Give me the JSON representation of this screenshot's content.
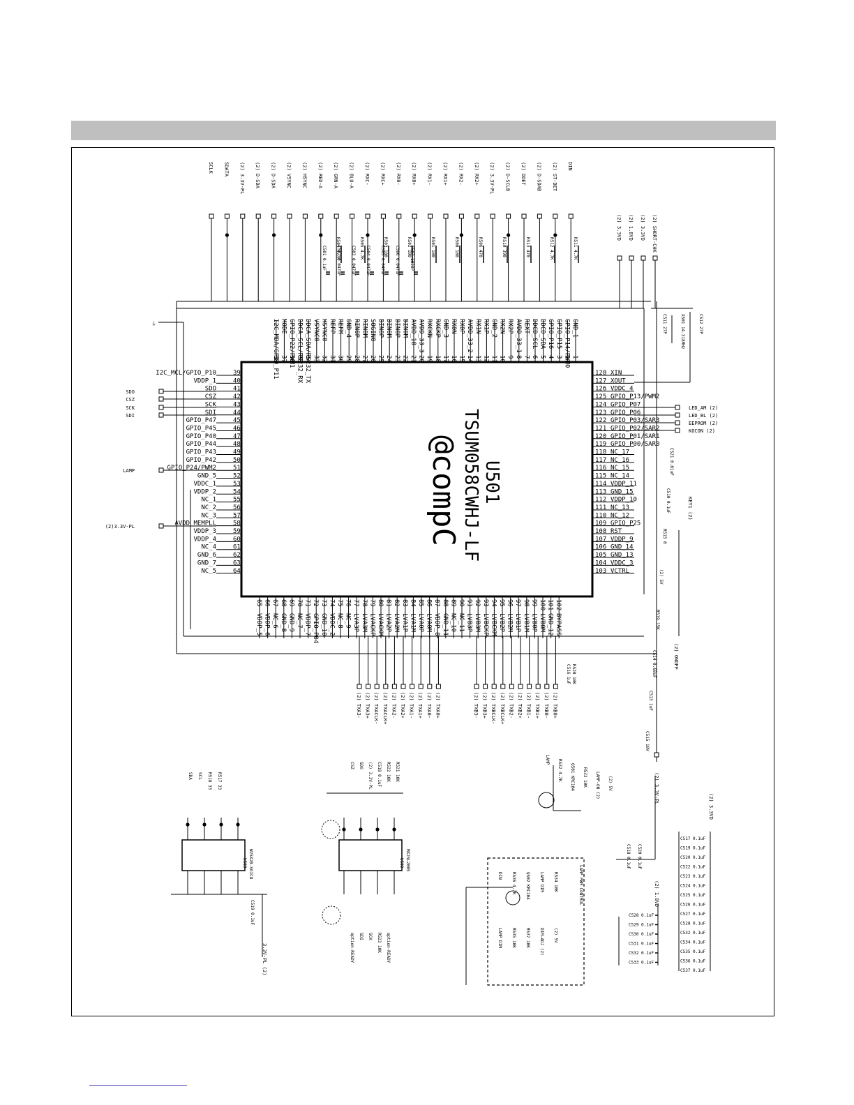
{
  "chip": {
    "ref": "U501",
    "part": "TSUM058CWHJ-LF",
    "package_mark": "@compC"
  },
  "pins": {
    "left": [
      [
        "39",
        "I2C_MCL/GPIO_P10"
      ],
      [
        "40",
        "VDDP_1"
      ],
      [
        "41",
        "SDO"
      ],
      [
        "42",
        "CSZ"
      ],
      [
        "43",
        "SCK"
      ],
      [
        "44",
        "SDI"
      ],
      [
        "45",
        "GPIO_P47"
      ],
      [
        "46",
        "GPIO_P45"
      ],
      [
        "47",
        "GPIO_P40"
      ],
      [
        "48",
        "GPIO_P44"
      ],
      [
        "49",
        "GPIO_P43"
      ],
      [
        "50",
        "GPIO_P42"
      ],
      [
        "51",
        "GPIO_P24/PWM2"
      ],
      [
        "52",
        "GND_5"
      ],
      [
        "53",
        "VDDC_1"
      ],
      [
        "54",
        "VDDP_2"
      ],
      [
        "55",
        "NC_1"
      ],
      [
        "56",
        "NC_2"
      ],
      [
        "57",
        "NC_3"
      ],
      [
        "58",
        "AVDD_MEMPLL"
      ],
      [
        "59",
        "VDDP_3"
      ],
      [
        "60",
        "VDDP_4"
      ],
      [
        "61",
        "NC_4"
      ],
      [
        "62",
        "GND_6"
      ],
      [
        "63",
        "GND_7"
      ],
      [
        "64",
        "NC_5"
      ]
    ],
    "right": [
      [
        "128",
        "XIN"
      ],
      [
        "127",
        "XOUT"
      ],
      [
        "126",
        "VDDC_4"
      ],
      [
        "125",
        "GPIO_P13/PWM2"
      ],
      [
        "124",
        "GPIO_P07"
      ],
      [
        "123",
        "GPIO_P06"
      ],
      [
        "122",
        "GPIO_P03/SAR3"
      ],
      [
        "121",
        "GPIO_P02/SAR2"
      ],
      [
        "120",
        "GPIO_P01/SAR1"
      ],
      [
        "119",
        "GPIO_P00/SAR0"
      ],
      [
        "118",
        "NC_17"
      ],
      [
        "117",
        "NC_16"
      ],
      [
        "116",
        "NC_15"
      ],
      [
        "115",
        "NC_14"
      ],
      [
        "114",
        "VDDP_11"
      ],
      [
        "113",
        "GND_15"
      ],
      [
        "112",
        "VDDP_10"
      ],
      [
        "111",
        "NC_13"
      ],
      [
        "110",
        "NC_12"
      ],
      [
        "109",
        "GPIO_P25"
      ],
      [
        "108",
        "RST"
      ],
      [
        "107",
        "VDDP_9"
      ],
      [
        "106",
        "GND_14"
      ],
      [
        "105",
        "GND_13"
      ],
      [
        "104",
        "VDDC_3"
      ],
      [
        "103",
        "VCTRL"
      ]
    ],
    "top": [
      [
        "1",
        "GND_1"
      ],
      [
        "2",
        "GPIO_P14/PWM0"
      ],
      [
        "3",
        "GPIO_P15"
      ],
      [
        "4",
        "GPIO_P16"
      ],
      [
        "5",
        "DDCD_SDA"
      ],
      [
        "6",
        "DDCD_SCL"
      ],
      [
        "7",
        "REXT"
      ],
      [
        "8",
        "AVDD_33_1"
      ],
      [
        "9",
        "RX2P"
      ],
      [
        "10",
        "RX2N"
      ],
      [
        "11",
        "GND_2"
      ],
      [
        "12",
        "RX1P"
      ],
      [
        "13",
        "RX1N"
      ],
      [
        "14",
        "AVDD_33_2"
      ],
      [
        "15",
        "RX0P"
      ],
      [
        "16",
        "RX0N"
      ],
      [
        "17",
        "GND_3"
      ],
      [
        "18",
        "RXCKP"
      ],
      [
        "19",
        "RXCKN"
      ],
      [
        "20",
        "AVDD_33_3"
      ],
      [
        "21",
        "AVDD_18"
      ],
      [
        "22",
        "BIN0M"
      ],
      [
        "23",
        "BIN0P"
      ],
      [
        "24",
        "BIN0M"
      ],
      [
        "25",
        "BIN0P"
      ],
      [
        "26",
        "SOGIN0"
      ],
      [
        "27",
        "RIN0M"
      ],
      [
        "28",
        "RIN0P"
      ],
      [
        "29",
        "GND_4"
      ],
      [
        "30",
        "REFM"
      ],
      [
        "31",
        "REFP"
      ],
      [
        "32",
        "HSYNC0"
      ],
      [
        "33",
        "VSYNC0"
      ],
      [
        "34",
        "DDCA_SDA/RS232_TX"
      ],
      [
        "35",
        "DDCA_SCL/RS232_RX"
      ],
      [
        "36",
        "GPIO_P22/PWM1"
      ],
      [
        "37",
        "MODE"
      ],
      [
        "38",
        "I2C_MDA/GPIO_P11"
      ]
    ],
    "bottom": [
      [
        "65",
        "VDDP_5"
      ],
      [
        "66",
        "VDDP_6"
      ],
      [
        "67",
        "NC_6"
      ],
      [
        "68",
        "GND_8"
      ],
      [
        "69",
        "GND_9"
      ],
      [
        "70",
        "NC_7"
      ],
      [
        "71",
        "VDDP_7"
      ],
      [
        "72",
        "GPIO_P04"
      ],
      [
        "73",
        "GND_10"
      ],
      [
        "74",
        "VDDC_2"
      ],
      [
        "75",
        "NC_8"
      ],
      [
        "76",
        "NC_9"
      ],
      [
        "77",
        "LVA3P"
      ],
      [
        "78",
        "LVA3M"
      ],
      [
        "79",
        "LVACKP"
      ],
      [
        "80",
        "LVACKM"
      ],
      [
        "81",
        "LVA2P"
      ],
      [
        "82",
        "LVA2M"
      ],
      [
        "83",
        "LVA1P"
      ],
      [
        "84",
        "LVA1M"
      ],
      [
        "85",
        "LVA0P"
      ],
      [
        "86",
        "LVA0M"
      ],
      [
        "87",
        "VDDP_8"
      ],
      [
        "88",
        "GND_11"
      ],
      [
        "89",
        "NC_10"
      ],
      [
        "90",
        "NC_11"
      ],
      [
        "91",
        "LVB3P"
      ],
      [
        "92",
        "LVB3M"
      ],
      [
        "93",
        "LVBCKP"
      ],
      [
        "94",
        "LVBCKM"
      ],
      [
        "95",
        "LVB2P"
      ],
      [
        "96",
        "LVB2M"
      ],
      [
        "97",
        "LVB1P"
      ],
      [
        "98",
        "LVB1M"
      ],
      [
        "99",
        "LVB0P"
      ],
      [
        "100",
        "LVB0M"
      ],
      [
        "101",
        "GND_12"
      ],
      [
        "102",
        "BYPASS"
      ]
    ]
  },
  "left_nets": [
    {
      "label": "SDO",
      "pin": "41"
    },
    {
      "label": "CSZ",
      "pin": "42"
    },
    {
      "label": "SCK",
      "pin": "43"
    },
    {
      "label": "SDI",
      "pin": "44"
    },
    {
      "label": "LAMP",
      "pin": "51"
    },
    {
      "label": "(2)3.3V-PL",
      "pin": "58"
    }
  ],
  "right_nets": [
    {
      "label": "LED_AM (2)",
      "pin": "124"
    },
    {
      "label": "LED_BL (2)",
      "pin": "123"
    },
    {
      "label": "EEPROM (2)",
      "pin": "122"
    },
    {
      "label": "KOCON (2)",
      "pin": "121"
    }
  ],
  "top_nets": [
    "SCLK",
    "SDATA",
    "(2) 3.3V-PL",
    "(2) D-SDA",
    "(2) D-SDA",
    "(2) VSYNC",
    "(2) HSYNC",
    "(2) RED-A",
    "(2) GRN-A",
    "(2) BLU-A",
    "(2) RXC-",
    "(2) RXC+",
    "(2) RX0-",
    "(2) RX0+",
    "(2) RX1-",
    "(2) RX1+",
    "(2) RX2-",
    "(2) RX2+",
    "(2) 3.3V-PL",
    "(2) D-SCLB",
    "(2) DDET",
    "(2) D-SDAB",
    "(2) ST-DET",
    "DIN"
  ],
  "bottom_nets": [
    "(2) TXA3-",
    "(2) TXA3+",
    "(2) TXACLK-",
    "(2) TXACLK+",
    "(2) TXA2-",
    "(2) TXA2+",
    "(2) TXA1-",
    "(2) TXA1+",
    "(2) TXA0-",
    "(2) TXA0+",
    "(2) TXB3-",
    "(2) TXB3+",
    "(2) TXBCLK-",
    "(2) TXBCLK+",
    "(2) TXB2-",
    "(2) TXB2+",
    "(2) TXB1-",
    "(2) TXB1+",
    "(2) TXB0-",
    "(2) TXB0+"
  ],
  "components": {
    "r_top": [
      "R504 4.7K",
      "R505 4.7K",
      "R503 100",
      "R502 100",
      "R501 100",
      "R500 100",
      "R506 470",
      "R510 390",
      "R513 470",
      "R512 4.7K",
      "R511 4.7K"
    ],
    "c_top": [
      "C501 0.1uF",
      "C502 0.047uF",
      "C503 0.047uF",
      "C504 0.047uF",
      "C505 0.047uF",
      "C506 0.047uF",
      "C507 1000P"
    ],
    "crystal": [
      "C511 27P",
      "X501 14.318MHz",
      "C512 27P"
    ],
    "right_parts": [
      "C521 0.01uF",
      "C510 0.1uF",
      "R515 0",
      "(2) 5V",
      "R519 15K",
      "C514 0.68uF",
      "C513 1uF",
      "C515 10V"
    ],
    "right_top_nets": [
      "(2) SHORT-CHK",
      "(2) 3.3VD",
      "(2) 1.8VD",
      "(2) 3.3VD"
    ],
    "right_side_nets": [
      "KEY1 (2)",
      "(2) ONOFF"
    ],
    "bottom_misc": [
      "C516 1uF",
      "R520 10K"
    ]
  },
  "sub_circuits": {
    "u503": {
      "ref": "U503",
      "part": "W25X20-SOIC8",
      "labels": [
        "SDA",
        "SCL",
        "R518 33",
        "R517 33"
      ],
      "bottom_net": "3.3V-PL (2)",
      "cap": "C519 0.1uF"
    },
    "u502": {
      "ref": "U502",
      "part": "MX25L2005",
      "labels": [
        "CSZ",
        "SDO",
        "(2) 3.3V-PL",
        "C518 0.1uF",
        "R522 10K",
        "R521 10K",
        "option-READY",
        "SDI",
        "SCK",
        "R523 10K",
        "option-READY"
      ]
    },
    "lamp": {
      "labels": [
        "LAMP",
        "R532 4.7K",
        "Q501 KRC104",
        "R533 10K",
        "LAMP-ON (2)",
        "(2) 5V"
      ]
    },
    "lamp_box": {
      "title": "LAMP PWM CONTROL",
      "labels": [
        "DIN",
        "R536 4.7K",
        "Q502 KRC104",
        "LAMP DIM",
        "R534 10K",
        "LAMP DIM",
        "R535 10K",
        "R537 10K",
        "DIM-ADJ (2)",
        "(2) 5V"
      ]
    },
    "caps_left": {
      "net": "(2) 3.3V-PL",
      "caps": [
        "C518 0.1uF",
        "C520 0.1uF"
      ]
    },
    "caps_mid": {
      "net": "(2) 1.8VD",
      "caps": [
        "C528 0.1uF",
        "C529 0.1uF",
        "C530 0.1uF",
        "C531 0.1uF",
        "C532 0.1uF",
        "C533 0.1uF"
      ]
    },
    "caps_right": {
      "net": "(2) 3.3VD",
      "caps": [
        "C517 0.1uF",
        "C519 0.1uF",
        "C520 0.1uF",
        "C522 0.1uF",
        "C523 0.1uF",
        "C524 0.1uF",
        "C525 0.1uF",
        "C526 0.1uF",
        "C527 0.1uF",
        "C528 0.1uF",
        "C532 0.1uF",
        "C534 0.1uF",
        "C535 0.1uF",
        "C536 0.1uF",
        "C537 0.1uF"
      ]
    }
  }
}
